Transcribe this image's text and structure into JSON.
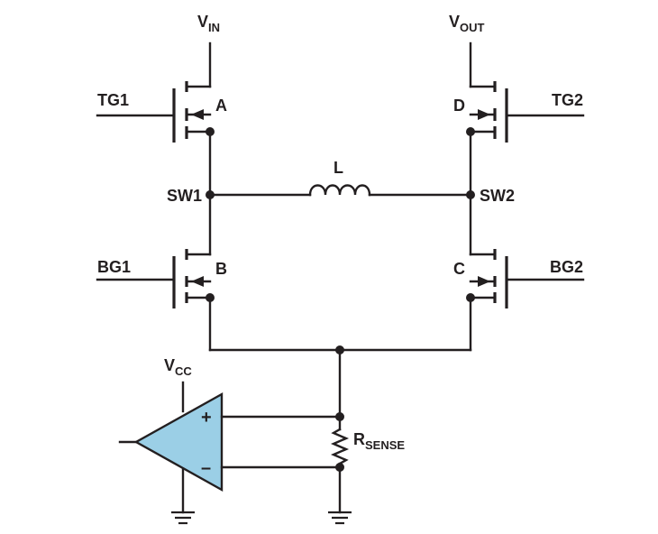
{
  "nodes": {
    "vin": {
      "main": "V",
      "sub": "IN"
    },
    "vout": {
      "main": "V",
      "sub": "OUT"
    },
    "vcc": {
      "main": "V",
      "sub": "CC"
    },
    "sw1": "SW1",
    "sw2": "SW2"
  },
  "gates": {
    "tg1": "TG1",
    "tg2": "TG2",
    "bg1": "BG1",
    "bg2": "BG2"
  },
  "switches": {
    "a": "A",
    "b": "B",
    "c": "C",
    "d": "D"
  },
  "inductor": "L",
  "resistor": {
    "main": "R",
    "sub": "SENSE"
  },
  "amplifier": {
    "plus": "+",
    "minus": "–"
  },
  "colors": {
    "amplifier_fill": "#9bcfe6",
    "line": "#231f20"
  }
}
